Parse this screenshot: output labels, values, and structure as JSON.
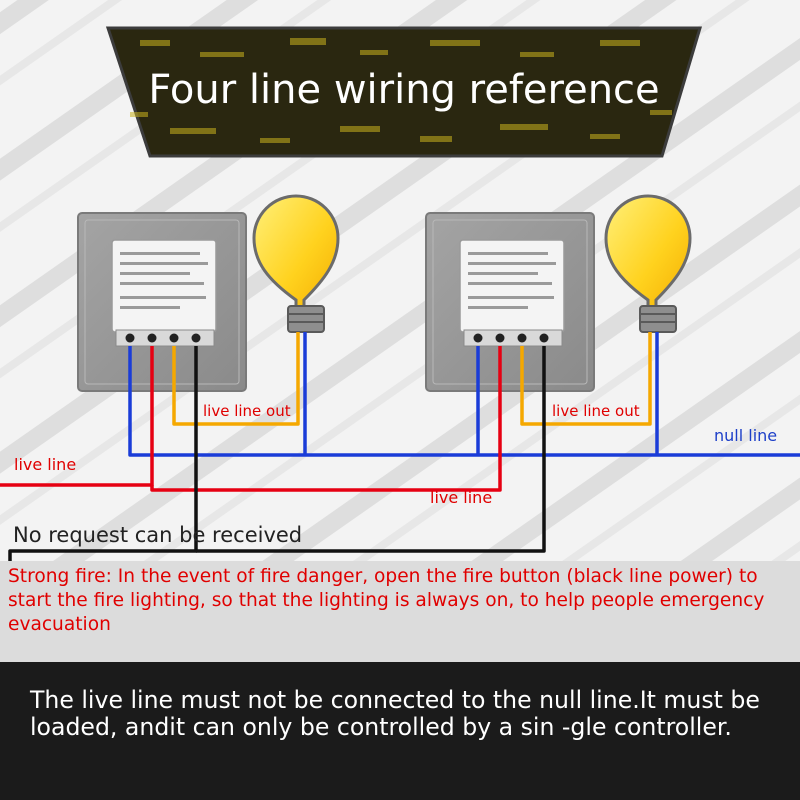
{
  "title": "Four line wiring reference",
  "labels": {
    "live_line_out_1": "live line out",
    "live_line_out_2": "live line out",
    "null_line": "null line",
    "live_line_1": "live line",
    "live_line_2": "live line",
    "no_request": "No request can be received"
  },
  "fire_note": "Strong fire: In the event of fire danger, open the fire button (black line power) to start the fire lighting, so that the lighting is always on, to help people emergency evacuation",
  "warning": "The live line must not be connected to the null line.It must be loaded, andit can only be controlled by a sin -gle controller.",
  "colors": {
    "live": "#e60012",
    "null": "#1a3cd8",
    "load": "#f5a800",
    "fire": "#111111",
    "bulb": "#ffd21e",
    "banner": "#2a2710",
    "text_red": "#e00000",
    "label_blue": "#1d3fc8"
  },
  "icons": [
    "light-bulb-icon",
    "light-bulb-icon"
  ]
}
